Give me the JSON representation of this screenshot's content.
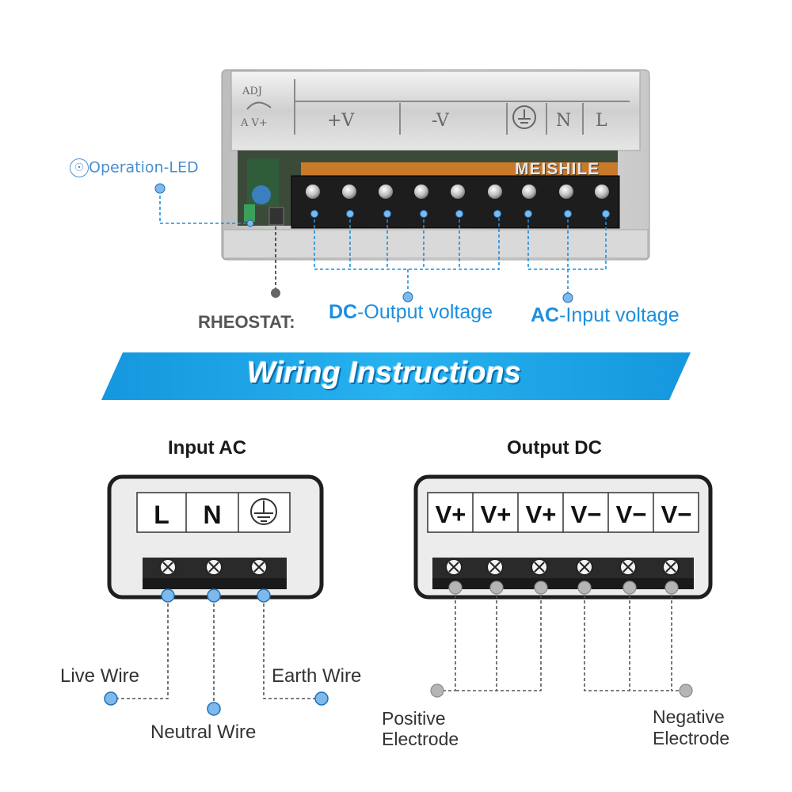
{
  "device": {
    "brand": "MEISHILE",
    "adj_label": "ADJ",
    "adj_sub": "A  V+",
    "case_labels": [
      "+V",
      "-V",
      "N",
      "L"
    ]
  },
  "callouts": {
    "operation_led": "Operation-LED",
    "rheostat": "RHEOSTAT:",
    "dc_prefix": "DC",
    "dc_rest": "-Output voltage",
    "ac_prefix": "AC",
    "ac_rest": "-Input voltage"
  },
  "banner": {
    "title": "Wiring Instructions",
    "color": "#1aa3e8"
  },
  "input_ac": {
    "title": "Input AC",
    "terminals": [
      "L",
      "N"
    ],
    "earth_icon": "ground-icon",
    "wires": {
      "live": "Live Wire",
      "neutral": "Neutral Wire",
      "earth": "Earth Wire"
    }
  },
  "output_dc": {
    "title": "Output DC",
    "terminals": [
      "V+",
      "V+",
      "V+",
      "V−",
      "V−",
      "V−"
    ],
    "positive_line1": "Positive",
    "positive_line2": "Electrode",
    "negative_line1": "Negative",
    "negative_line2": "Electrode"
  },
  "colors": {
    "accent_blue": "#1c8fe0",
    "dot_blue": "#7db9ea",
    "dot_gray": "#a8a8a8"
  }
}
